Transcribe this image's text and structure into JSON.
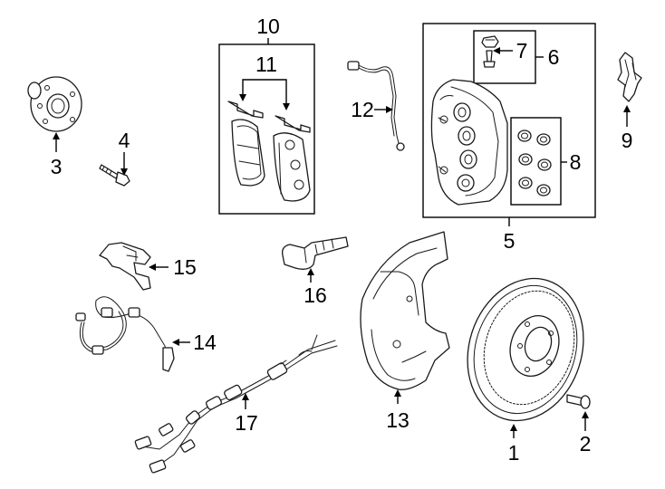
{
  "diagram": {
    "callouts": [
      {
        "id": "1",
        "label": "1"
      },
      {
        "id": "2",
        "label": "2"
      },
      {
        "id": "3",
        "label": "3"
      },
      {
        "id": "4",
        "label": "4"
      },
      {
        "id": "5",
        "label": "5"
      },
      {
        "id": "6",
        "label": "6"
      },
      {
        "id": "7",
        "label": "7"
      },
      {
        "id": "8",
        "label": "8"
      },
      {
        "id": "9",
        "label": "9"
      },
      {
        "id": "10",
        "label": "10"
      },
      {
        "id": "11",
        "label": "11"
      },
      {
        "id": "12",
        "label": "12"
      },
      {
        "id": "13",
        "label": "13"
      },
      {
        "id": "14",
        "label": "14"
      },
      {
        "id": "15",
        "label": "15"
      },
      {
        "id": "16",
        "label": "16"
      },
      {
        "id": "17",
        "label": "17"
      }
    ],
    "colors": {
      "line": "#1a1a1a",
      "background": "#ffffff"
    }
  }
}
